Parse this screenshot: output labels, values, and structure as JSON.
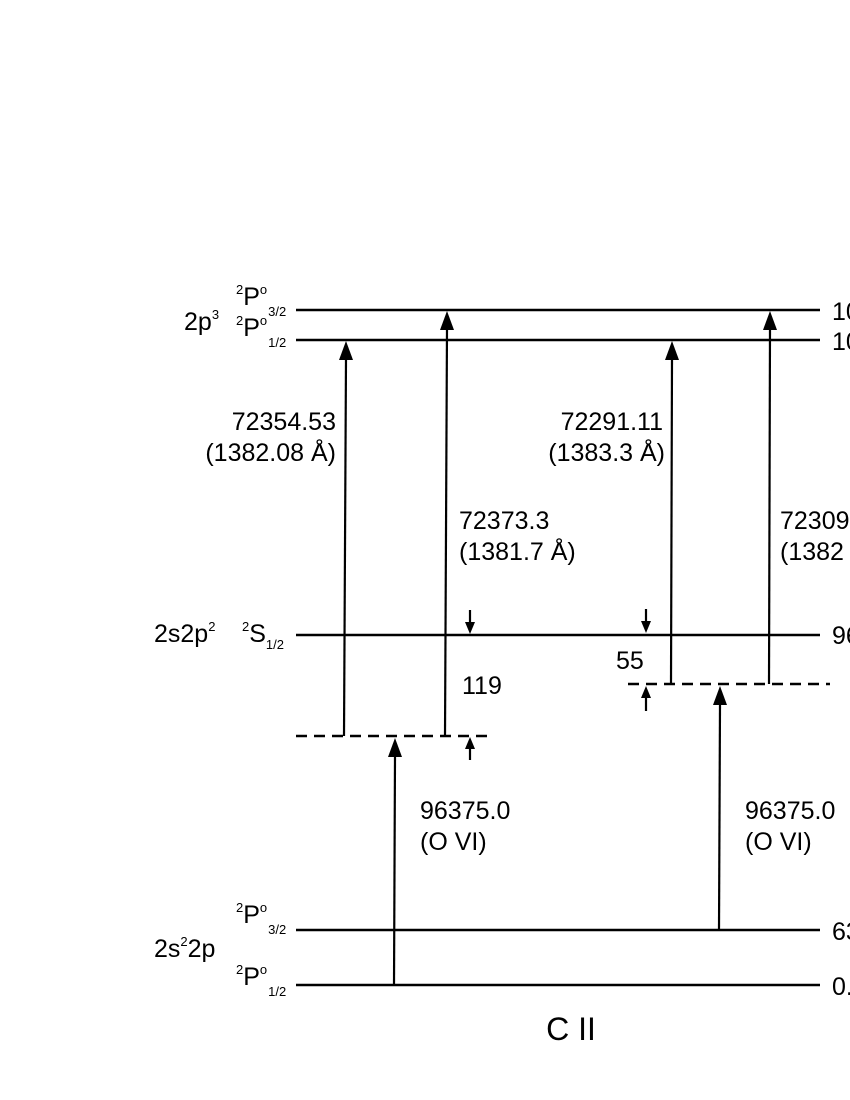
{
  "configurations": {
    "upper": "2p",
    "upper_sup": "3",
    "middle": "2s2p",
    "middle_sup": "2",
    "lower_pre": "2s",
    "lower_sup": "2",
    "lower_post": "2p"
  },
  "terms": {
    "P32_upper": {
      "mult": "2",
      "letter": "P",
      "parity": "o",
      "j": "3/2"
    },
    "P12_upper": {
      "mult": "2",
      "letter": "P",
      "parity": "o",
      "j": "1/2"
    },
    "S12": {
      "mult": "2",
      "letter": "S",
      "j": "1/2"
    },
    "P32_lower": {
      "mult": "2",
      "letter": "P",
      "parity": "o",
      "j": "3/2"
    },
    "P12_lower": {
      "mult": "2",
      "letter": "P",
      "parity": "o",
      "j": "1/2"
    }
  },
  "level_values": {
    "P32_upper": "10",
    "P12_upper": "10",
    "S12": "96",
    "P32_lower": "63",
    "P12_lower": "0."
  },
  "transitions": {
    "t1": {
      "energy": "72354.53",
      "wavelength": "(1382.08 Å)"
    },
    "t2": {
      "energy": "72373.3",
      "wavelength": "(1381.7 Å)"
    },
    "t3": {
      "energy": "72291.11",
      "wavelength": "(1383.3 Å)"
    },
    "t4": {
      "energy": "72309",
      "wavelength": "(1382"
    }
  },
  "offsets": {
    "left": "119",
    "right": "55"
  },
  "pump": {
    "left": {
      "energy": "96375.0",
      "source": "(O VI)"
    },
    "right": {
      "energy": "96375.0",
      "source": "(O VI)"
    }
  },
  "title": "C II"
}
